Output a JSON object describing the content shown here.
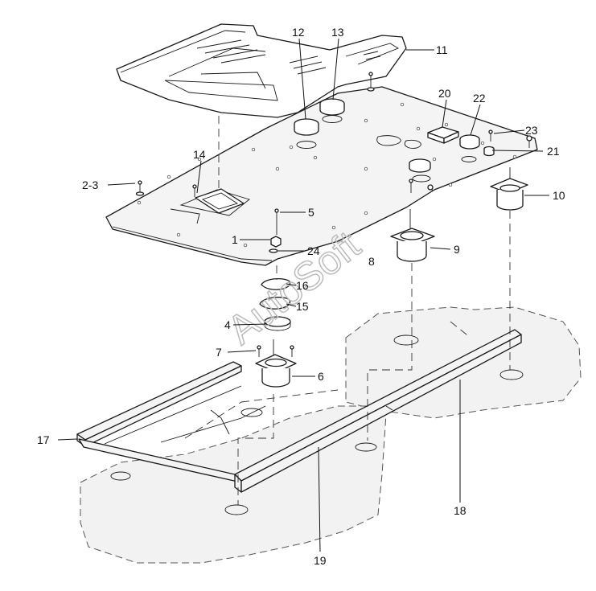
{
  "watermark": "AutoSoft",
  "callouts": [
    {
      "id": "11",
      "label": "11"
    },
    {
      "id": "12",
      "label": "12"
    },
    {
      "id": "13",
      "label": "13"
    },
    {
      "id": "20",
      "label": "20"
    },
    {
      "id": "22",
      "label": "22"
    },
    {
      "id": "23",
      "label": "23"
    },
    {
      "id": "21",
      "label": "21"
    },
    {
      "id": "14",
      "label": "14"
    },
    {
      "id": "2-3",
      "label": "2-3"
    },
    {
      "id": "10",
      "label": "10"
    },
    {
      "id": "5",
      "label": "5"
    },
    {
      "id": "1",
      "label": "1"
    },
    {
      "id": "24",
      "label": "24"
    },
    {
      "id": "8",
      "label": "8"
    },
    {
      "id": "9",
      "label": "9"
    },
    {
      "id": "16",
      "label": "16"
    },
    {
      "id": "15",
      "label": "15"
    },
    {
      "id": "4",
      "label": "4"
    },
    {
      "id": "7",
      "label": "7"
    },
    {
      "id": "6",
      "label": "6"
    },
    {
      "id": "17",
      "label": "17"
    },
    {
      "id": "18",
      "label": "18"
    },
    {
      "id": "19",
      "label": "19"
    }
  ]
}
